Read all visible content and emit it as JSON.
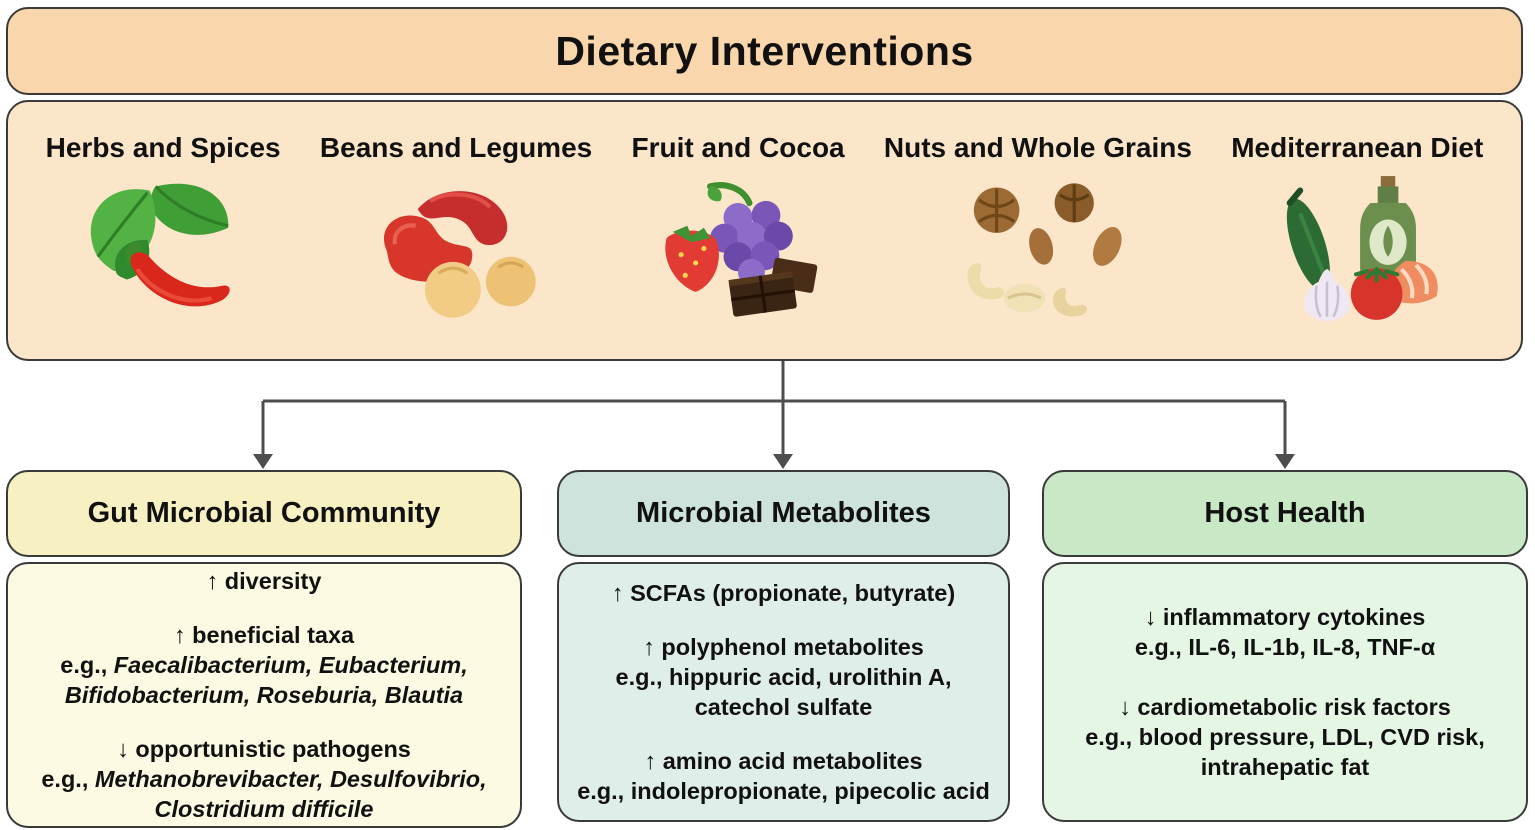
{
  "diagram": {
    "title": "Dietary Interventions"
  },
  "foods": {
    "items": [
      {
        "label": "Herbs and Spices",
        "icon": "herbs-and-spices-icon"
      },
      {
        "label": "Beans and Legumes",
        "icon": "beans-and-legumes-icon"
      },
      {
        "label": "Fruit and Cocoa",
        "icon": "fruit-and-cocoa-icon"
      },
      {
        "label": "Nuts and Whole Grains",
        "icon": "nuts-and-whole-grains-icon"
      },
      {
        "label": "Mediterranean Diet",
        "icon": "mediterranean-diet-icon"
      }
    ]
  },
  "gut": {
    "title": "Gut Microbial Community",
    "item1_head": "↑ diversity",
    "item2_head": "↑ beneficial taxa",
    "item2_prefix": "e.g., ",
    "item2_species": "Faecalibacterium, Eubacterium, Bifidobacterium, Roseburia, Blautia",
    "item3_head": "↓ opportunistic pathogens",
    "item3_prefix": "e.g., ",
    "item3_species": "Methanobrevibacter, Desulfovibrio, Clostridium difficile"
  },
  "metabolites": {
    "title": "Microbial Metabolites",
    "item1_head": "↑ SCFAs (propionate, butyrate)",
    "item2_head": "↑ polyphenol metabolites",
    "item2_example": "e.g., hippuric acid, urolithin A, catechol sulfate",
    "item3_head": "↑ amino acid metabolites",
    "item3_example": "e.g., indolepropionate, pipecolic acid"
  },
  "host": {
    "title": "Host Health",
    "item1_head": "↓ inflammatory cytokines",
    "item1_example": "e.g., IL-6, IL-1b, IL-8, TNF-α",
    "item2_head": "↓ cardiometabolic risk factors",
    "item2_example": "e.g., blood pressure, LDL, CVD risk, intrahepatic fat"
  },
  "colors": {
    "banner_bg": "#f9d6ac",
    "foods_bg": "#fbe6ca",
    "gut_header_bg": "#f6f0c2",
    "gut_body_bg": "#fcfae2",
    "metabolites_header_bg": "#cde3dc",
    "metabolites_body_bg": "#e0eeea",
    "host_header_bg": "#c9e8c6",
    "host_body_bg": "#e6f6e4",
    "border": "#3a3a3a",
    "arrow": "#4d4d4d"
  }
}
